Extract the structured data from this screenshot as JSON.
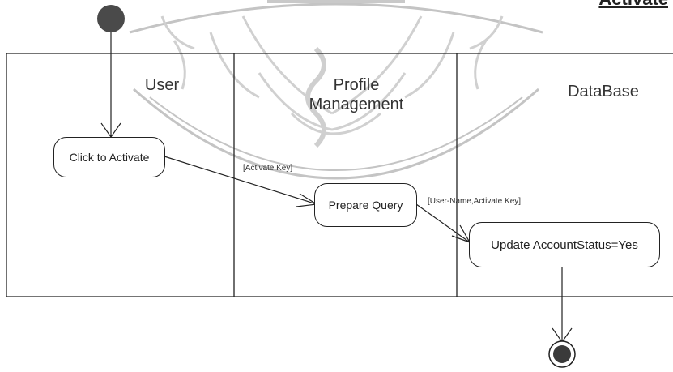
{
  "diagram": {
    "title_fragment": "Activate",
    "lanes": [
      {
        "label": "User"
      },
      {
        "label": "Profile\nManagement"
      },
      {
        "label": "DataBase"
      }
    ],
    "activities": {
      "click_to_activate": "Click to Activate",
      "prepare_query": "Prepare Query",
      "update_status": "Update AccountStatus=Yes"
    },
    "guards": {
      "activate_key": "[Activate Key]",
      "user_name_activate_key": "[User-Name,Activate Key]"
    },
    "colors": {
      "line": "#222222",
      "watermark": "#b9b9b9",
      "start_node": "#4a4a4a"
    }
  }
}
